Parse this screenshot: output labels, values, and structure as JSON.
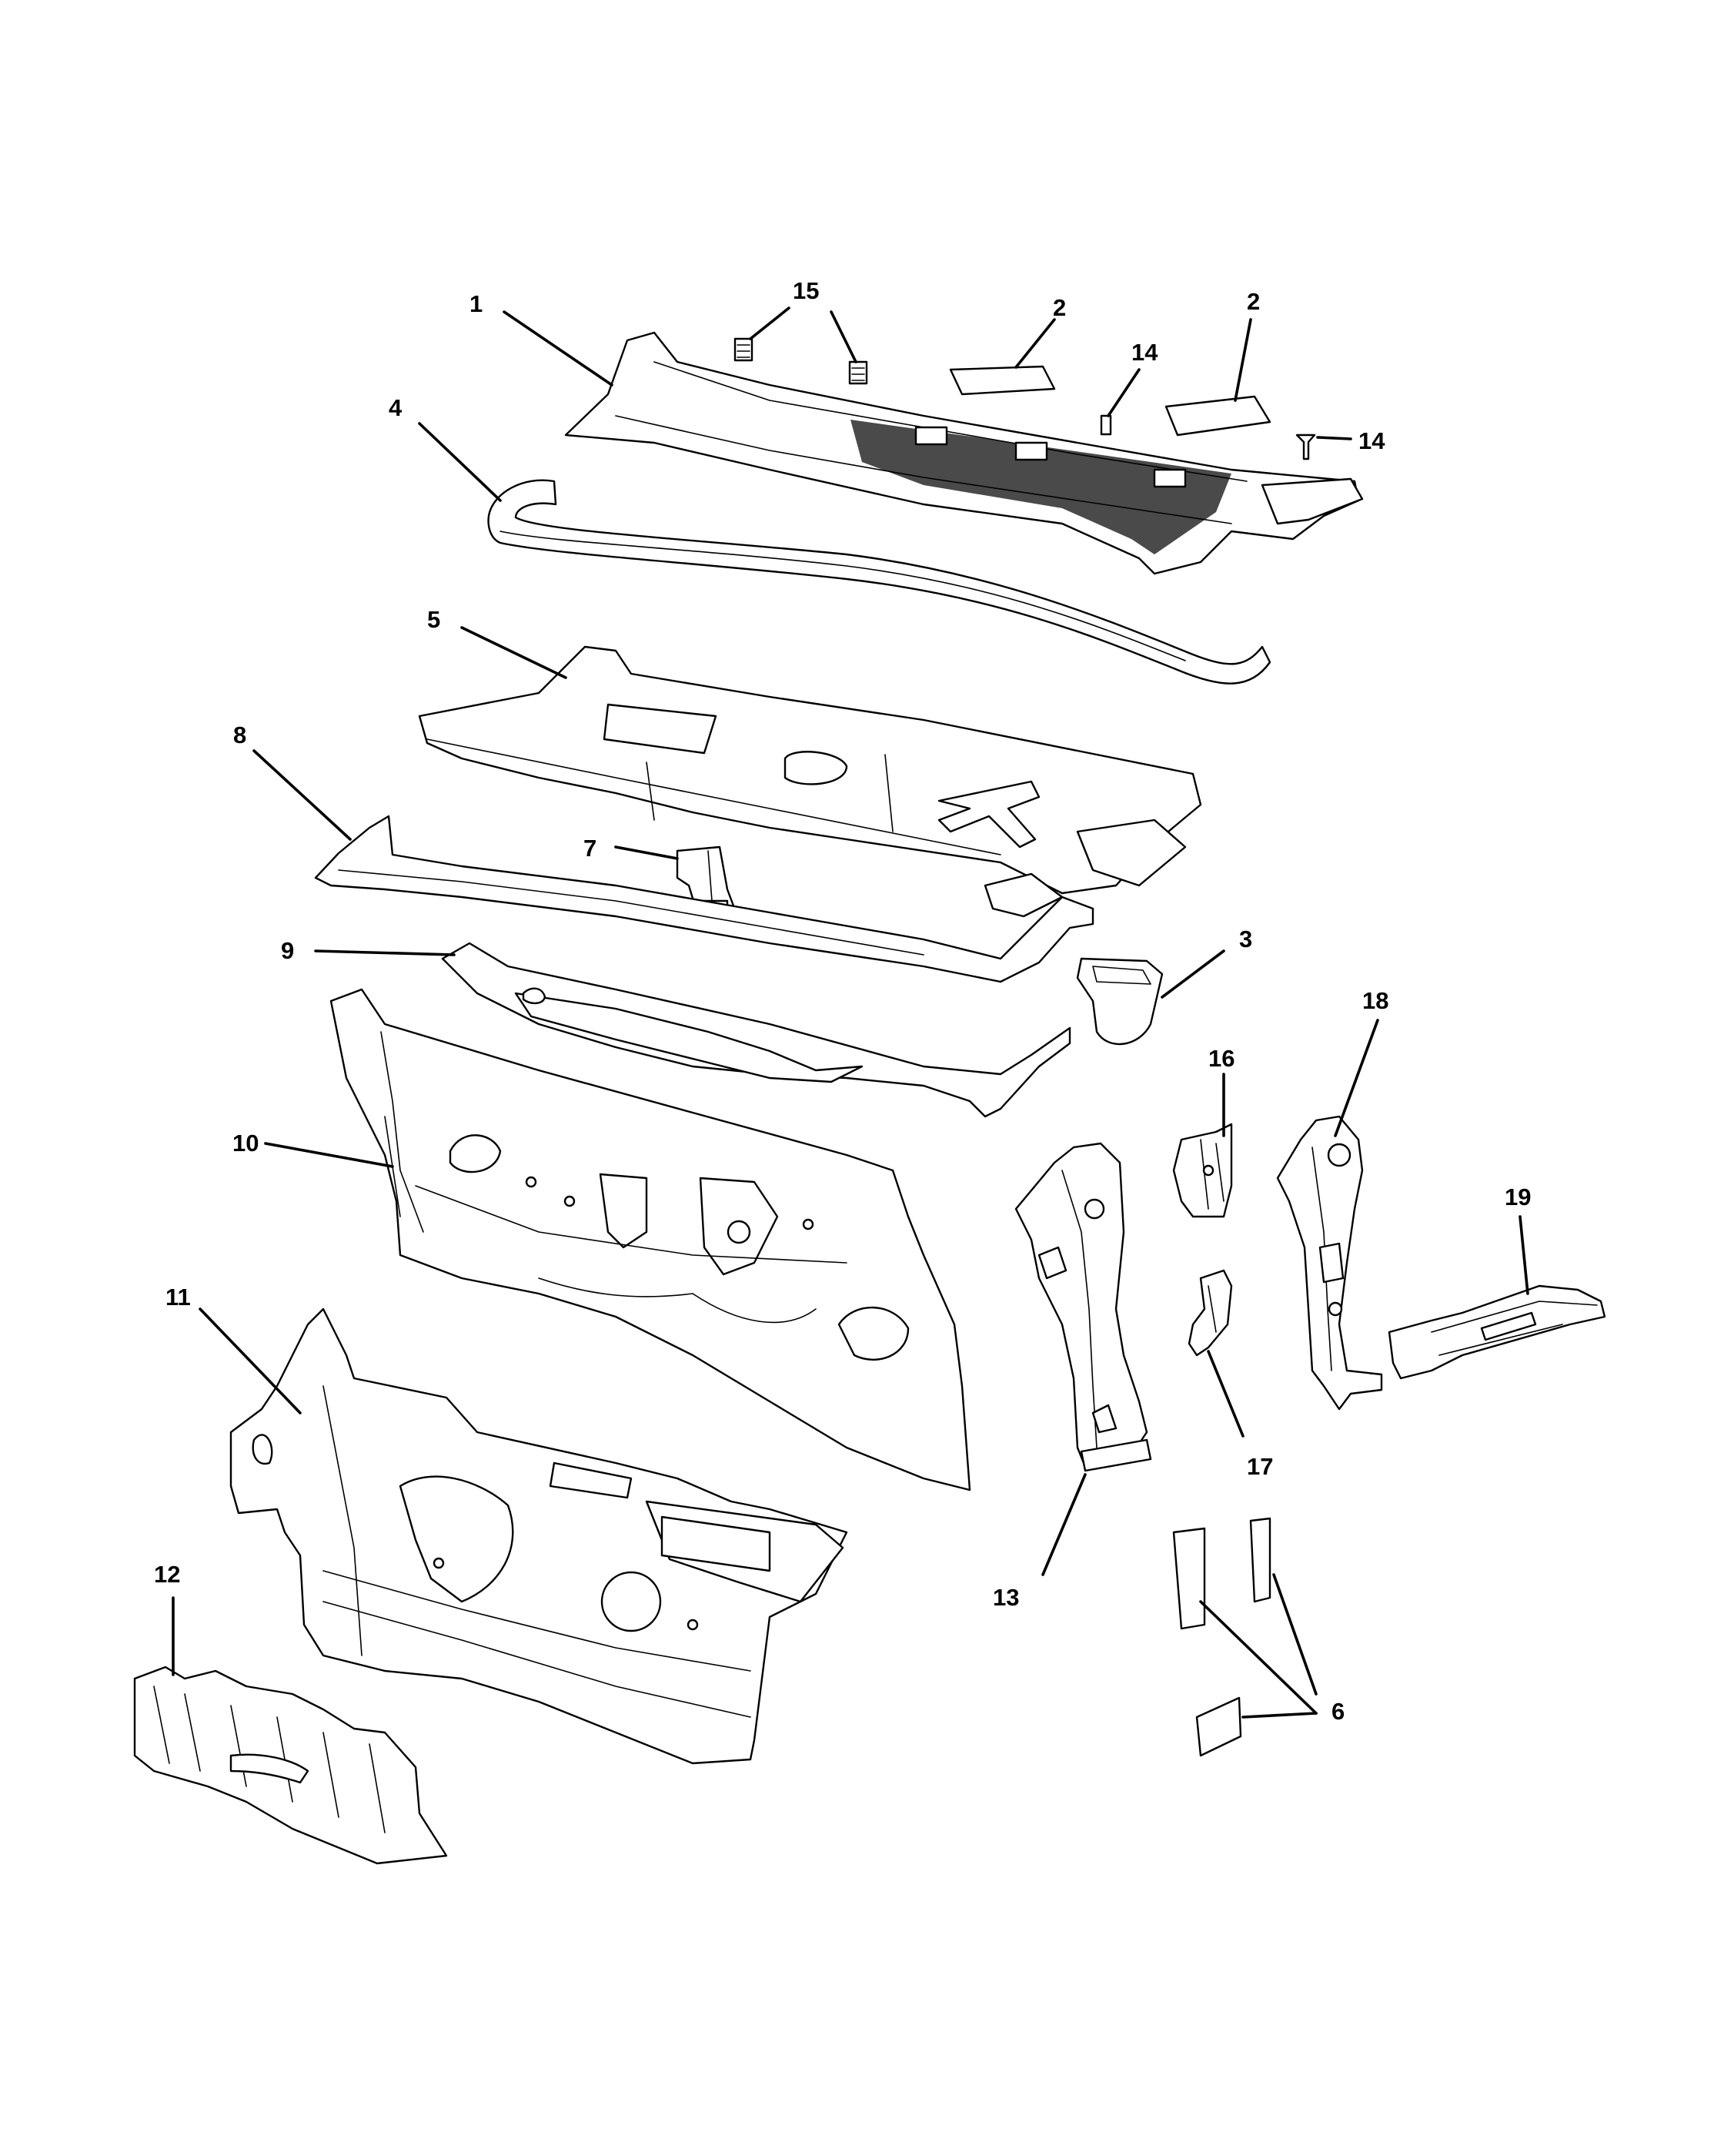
{
  "callouts": {
    "c1": "1",
    "c2a": "2",
    "c2b": "2",
    "c3": "3",
    "c4": "4",
    "c5": "5",
    "c6": "6",
    "c7": "7",
    "c8": "8",
    "c9": "9",
    "c10": "10",
    "c11": "11",
    "c12": "12",
    "c13": "13",
    "c14a": "14",
    "c14b": "14",
    "c15": "15",
    "c16": "16",
    "c17": "17",
    "c18": "18",
    "c19": "19"
  }
}
